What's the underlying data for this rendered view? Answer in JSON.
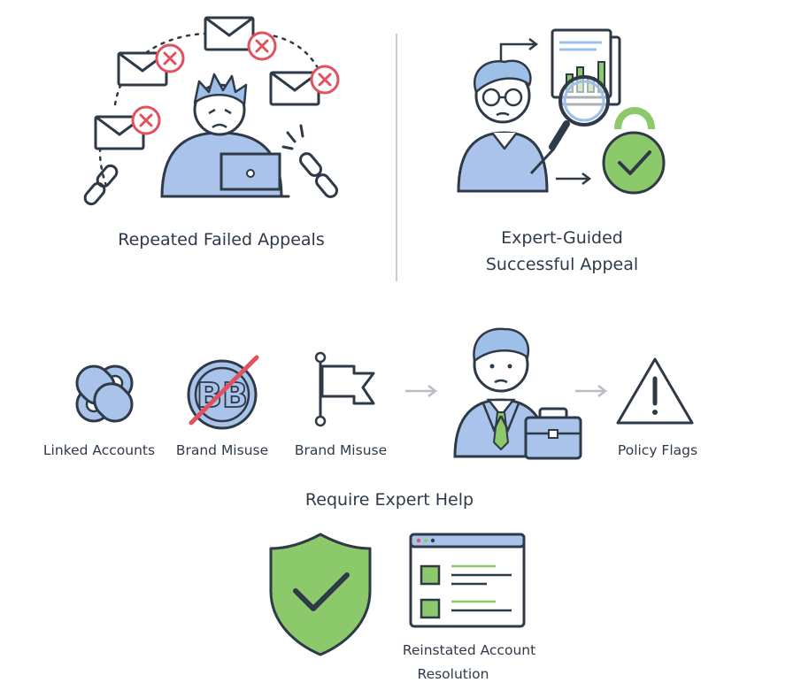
{
  "panels": {
    "failed": {
      "label": "Repeated Failed Appeals"
    },
    "success": {
      "line1": "Expert-Guided",
      "line2": "Successful Appeal"
    }
  },
  "issues": [
    {
      "label": "Linked Accounts",
      "icon": "broken-link-icon"
    },
    {
      "label": "Brand Misuse",
      "icon": "brand-prohibited-icon"
    },
    {
      "label": "Brand Misuse",
      "icon": "flag-icon"
    },
    {
      "label": "Policy Flags",
      "icon": "warning-triangle-icon"
    }
  ],
  "expert": {
    "label": "Require Expert Help"
  },
  "result": {
    "line1": "Reinstated Account",
    "line2": "Resolution"
  },
  "colors": {
    "stroke": "#2f3a48",
    "fill_blue": "#a9c3ea",
    "hair": "#9ec0e8",
    "accent_green": "#8cc96b",
    "error_red": "#e0525e",
    "arrow_gray": "#b9bec6"
  }
}
